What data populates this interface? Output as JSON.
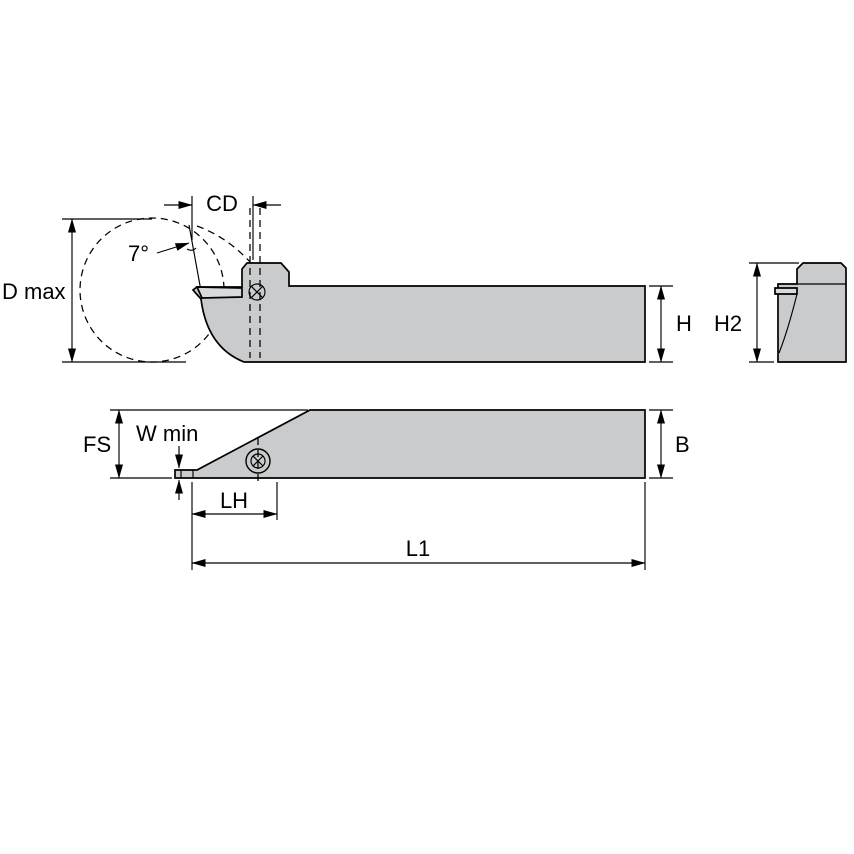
{
  "diagram": {
    "labels": {
      "d_max": "D max",
      "angle": "7°",
      "cd": "CD",
      "h": "H",
      "h2": "H2",
      "fs": "FS",
      "w_min": "W min",
      "b": "B",
      "lh": "LH",
      "l1": "L1"
    },
    "colors": {
      "background": "#ffffff",
      "line": "#000000",
      "body_fill": "#c9cbcd",
      "insert_fill": "#d8dadb"
    }
  }
}
